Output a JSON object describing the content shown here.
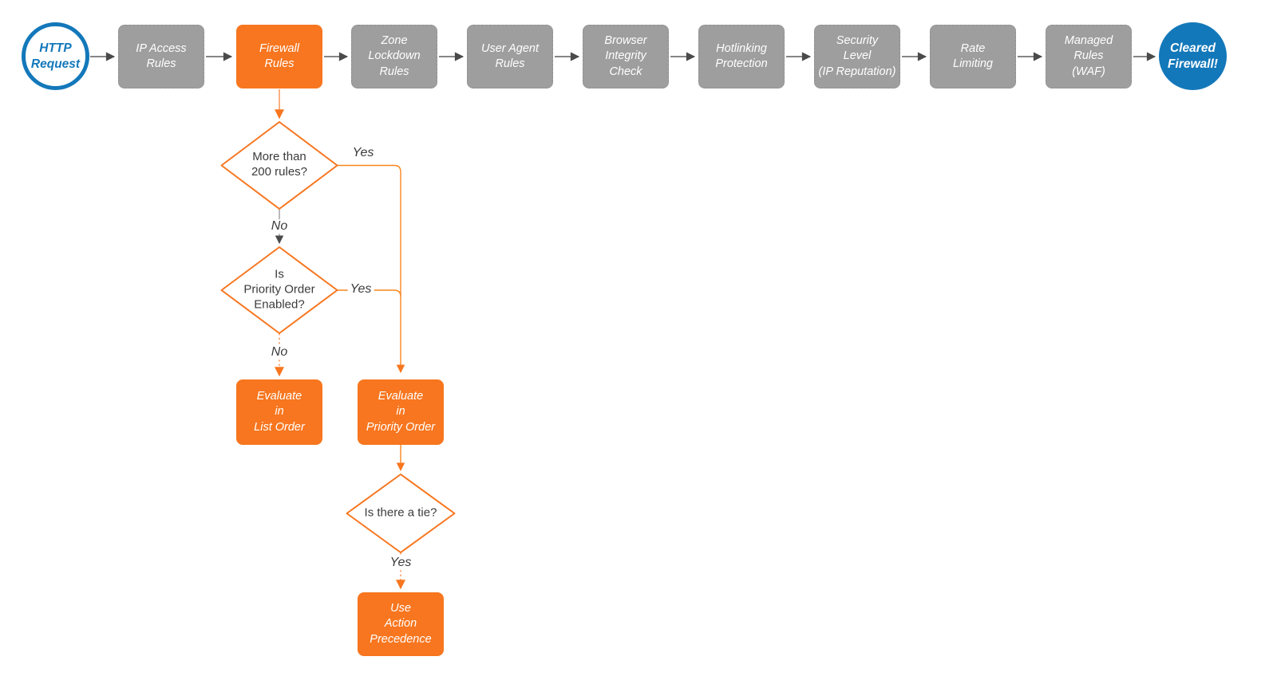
{
  "colors": {
    "orange": "#f7761f",
    "gray_box": "#9e9e9e",
    "blue": "#1378ba",
    "connector_gray": "#5e5e5e",
    "arrowhead_gray": "#4a4a4a"
  },
  "flow": {
    "start": {
      "label": "HTTP\nRequest"
    },
    "stages": [
      {
        "label": "IP Access\nRules",
        "style": "gray"
      },
      {
        "label": "Firewall\nRules",
        "style": "orange"
      },
      {
        "label": "Zone\nLockdown\nRules",
        "style": "gray"
      },
      {
        "label": "User Agent\nRules",
        "style": "gray"
      },
      {
        "label": "Browser\nIntegrity\nCheck",
        "style": "gray"
      },
      {
        "label": "Hotlinking\nProtection",
        "style": "gray"
      },
      {
        "label": "Security\nLevel\n(IP Reputation)",
        "style": "gray"
      },
      {
        "label": "Rate\nLimiting",
        "style": "gray"
      },
      {
        "label": "Managed\nRules\n(WAF)",
        "style": "gray"
      }
    ],
    "end": {
      "label": "Cleared\nFirewall!"
    }
  },
  "decisions": {
    "more_than_200_rules": {
      "label": "More than\n200 rules?"
    },
    "priority_order_enabled": {
      "label": "Is\nPriority Order\nEnabled?"
    },
    "is_there_a_tie": {
      "label": "Is there a tie?"
    }
  },
  "actions": {
    "evaluate_list_order": {
      "label": "Evaluate\nin\nList Order"
    },
    "evaluate_priority_order": {
      "label": "Evaluate\nin\nPriority Order"
    },
    "use_action_precedence": {
      "label": "Use\nAction\nPrecedence"
    }
  },
  "edge_labels": {
    "d1_yes": "Yes",
    "d1_no": "No",
    "d2_yes": "Yes",
    "d2_no": "No",
    "d3_yes": "Yes"
  }
}
